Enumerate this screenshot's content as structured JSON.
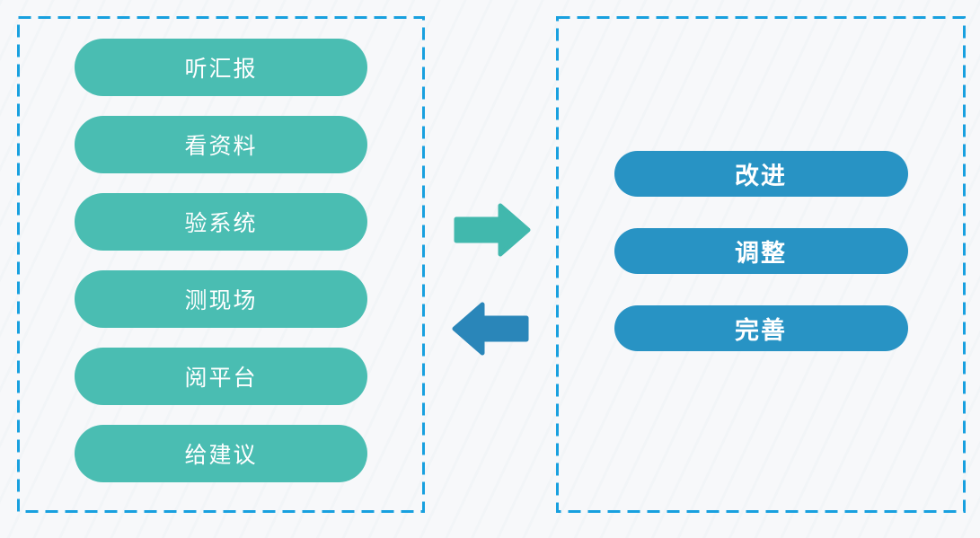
{
  "page": {
    "background_color": "#F7F8FA",
    "panel_border_color": "#18A0DF"
  },
  "left_panel": {
    "name": "supervision-actions-panel",
    "pill_color": "#4ABDB2",
    "items": [
      {
        "label": "听汇报"
      },
      {
        "label": "看资料"
      },
      {
        "label": "验系统"
      },
      {
        "label": "测现场"
      },
      {
        "label": "阅平台"
      },
      {
        "label": "给建议"
      }
    ]
  },
  "right_panel": {
    "name": "outcome-actions-panel",
    "pill_color": "#2893C4",
    "items": [
      {
        "label": "改进"
      },
      {
        "label": "调整"
      },
      {
        "label": "完善"
      }
    ]
  },
  "arrows": {
    "forward": {
      "icon": "arrow-right-icon",
      "color": "#41B8AD"
    },
    "backward": {
      "icon": "arrow-left-icon",
      "color": "#2A86B9"
    }
  }
}
